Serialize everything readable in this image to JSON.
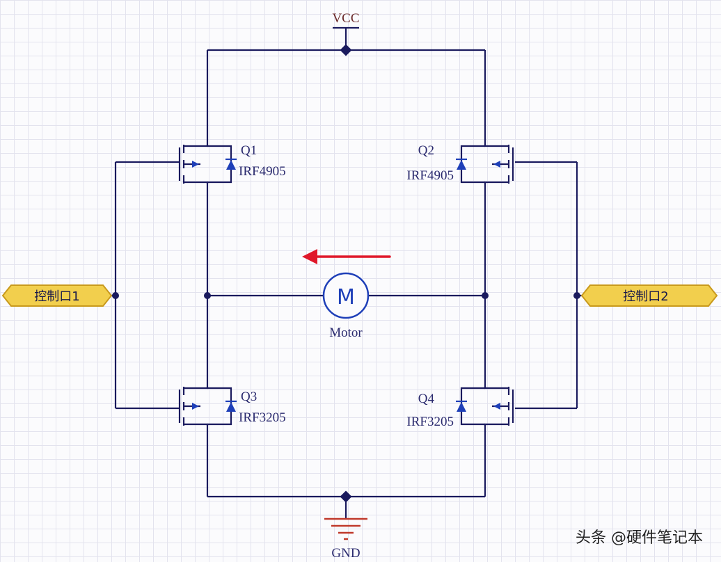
{
  "diagram": {
    "power": {
      "vcc_label": "VCC",
      "gnd_label": "GND"
    },
    "transistors": [
      {
        "id": "q1",
        "ref": "Q1",
        "part": "IRF4905"
      },
      {
        "id": "q2",
        "ref": "Q2",
        "part": "IRF4905"
      },
      {
        "id": "q3",
        "ref": "Q3",
        "part": "IRF3205"
      },
      {
        "id": "q4",
        "ref": "Q4",
        "part": "IRF3205"
      }
    ],
    "motor": {
      "label": "Motor",
      "symbol": "M"
    },
    "ports": {
      "left": "控制口1",
      "right": "控制口2"
    },
    "arrow": {
      "direction": "left",
      "color": "#e0182a"
    },
    "colors": {
      "wire": "#1a1a5e",
      "diode": "#1e3fb8",
      "port_fill": "#f2cf4d",
      "port_stroke": "#c99a1c",
      "label": "#2a2a6e",
      "vcc_label": "#6b2a2a"
    }
  },
  "watermark": {
    "text": "头条 @硬件笔记本"
  }
}
